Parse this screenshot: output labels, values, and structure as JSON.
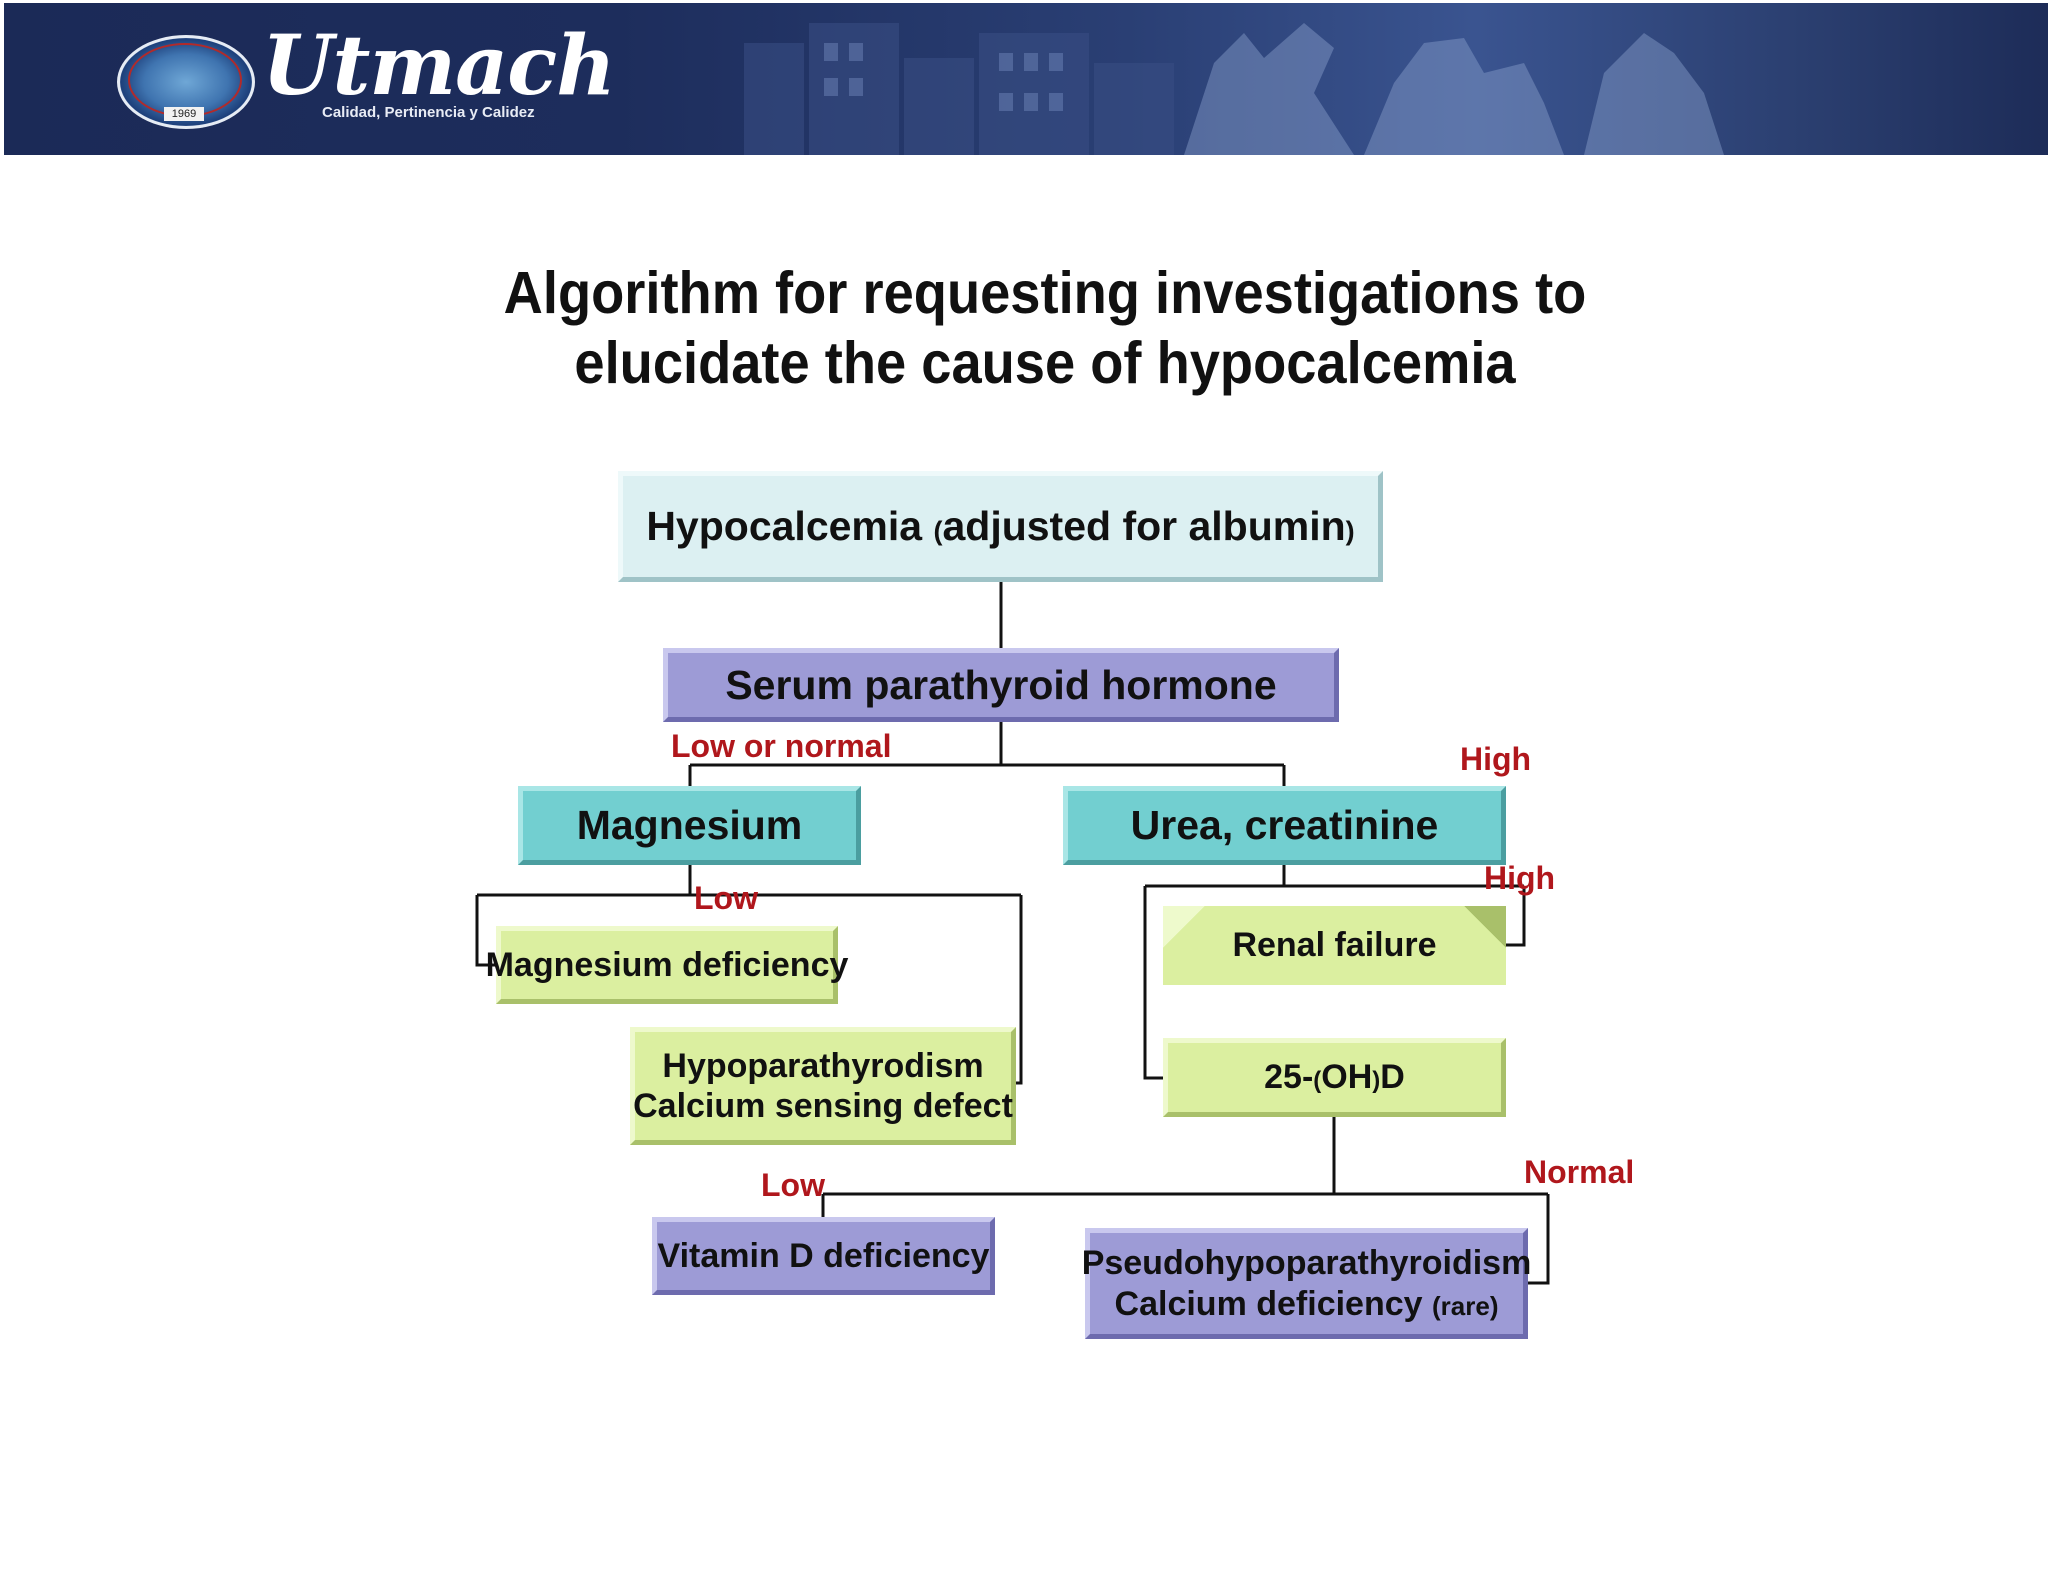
{
  "header": {
    "brand": "Utmach",
    "tagline": "Calidad, Pertinencia y Calidez",
    "seal_year": "1969"
  },
  "title": {
    "line1": "Algorithm for requesting investigations to",
    "line2": "elucidate the cause of hypocalcemia"
  },
  "nodes": {
    "hypocalcemia": {
      "main": "Hypocalcemia ",
      "small": "(",
      "main2": "adjusted for albumin",
      "small2": ")"
    },
    "pth": "Serum parathyroid hormone",
    "magnesium": "Magnesium",
    "urea": "Urea, creatinine",
    "mg_deficiency": "Magnesium deficiency",
    "hypopara": {
      "line1": "Hypoparathyrodism",
      "line2": "Calcium sensing defect"
    },
    "renal": "Renal failure",
    "vitd_test": {
      "a": "25-",
      "b": "(",
      "c": "OH",
      "d": ")",
      "e": "D"
    },
    "vitd_def": "Vitamin D deficiency",
    "pseudo": {
      "line1": "Pseudohypoparathyroidism",
      "line2a": "Calcium deficiency ",
      "line2b": "(rare)"
    }
  },
  "edge_labels": {
    "low_or_normal": "Low or normal",
    "high_1": "High",
    "low_mg": "Low",
    "high_2": "High",
    "low_d": "Low",
    "normal": "Normal"
  },
  "colors": {
    "banner": "#1d2d5c",
    "label_red": "#b0171c",
    "box_purple": "#9d9bd6",
    "box_teal": "#72cfd0",
    "box_lime": "#dbefa0",
    "box_light_cyan": "#dcf0f2"
  }
}
